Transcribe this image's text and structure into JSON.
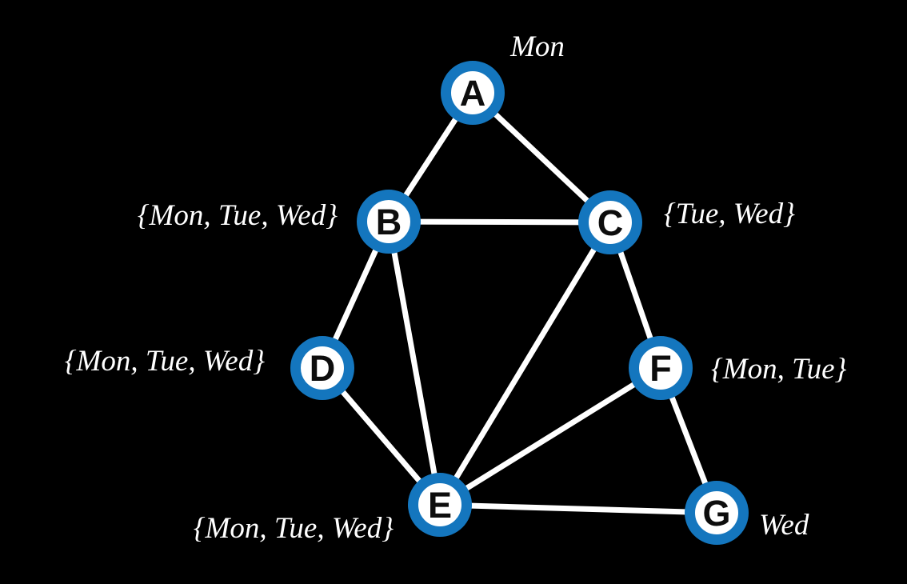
{
  "diagram": {
    "type": "constraint-graph",
    "description": "Scheduling constraint satisfaction graph with day-domain labels",
    "colors": {
      "background": "#000000",
      "node_ring": "#1476be",
      "node_fill": "#ffffff",
      "node_letter": "#0d0d0d",
      "edge": "#ffffff",
      "label_text": "#ffffff"
    },
    "nodes": [
      {
        "id": "A",
        "label": "A",
        "domain": "Mon"
      },
      {
        "id": "B",
        "label": "B",
        "domain": "{Mon, Tue, Wed}"
      },
      {
        "id": "C",
        "label": "C",
        "domain": "{Tue, Wed}"
      },
      {
        "id": "D",
        "label": "D",
        "domain": "{Mon, Tue, Wed}"
      },
      {
        "id": "E",
        "label": "E",
        "domain": "{Mon, Tue, Wed}"
      },
      {
        "id": "F",
        "label": "F",
        "domain": "{Mon, Tue}"
      },
      {
        "id": "G",
        "label": "G",
        "domain": "Wed"
      }
    ],
    "edges": [
      "A-B",
      "A-C",
      "B-C",
      "B-D",
      "B-E",
      "C-E",
      "C-F",
      "D-E",
      "E-F",
      "E-G",
      "F-G"
    ]
  }
}
